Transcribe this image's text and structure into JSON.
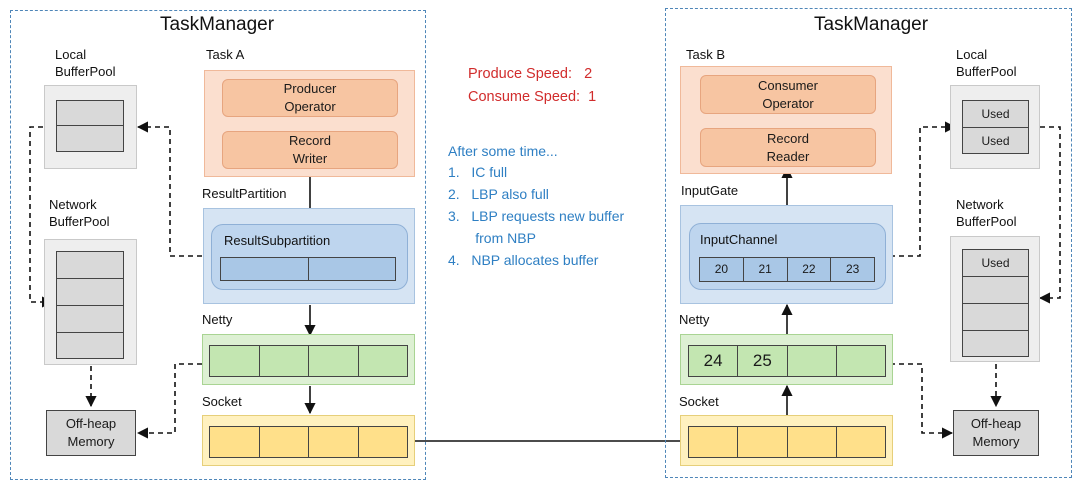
{
  "left": {
    "title": "TaskManager",
    "task_label": "Task A",
    "producer_operator": "Producer\nOperator",
    "record_writer": "Record\nWriter",
    "result_partition_label": "ResultPartition",
    "result_subpartition_label": "ResultSubpartition",
    "netty_label": "Netty",
    "socket_label": "Socket",
    "local_bufferpool_label": "Local\nBufferPool",
    "network_bufferpool_label": "Network\nBufferPool",
    "offheap_label": "Off-heap\nMemory"
  },
  "right": {
    "title": "TaskManager",
    "task_label": "Task B",
    "consumer_operator": "Consumer\nOperator",
    "record_reader": "Record\nReader",
    "inputgate_label": "InputGate",
    "inputchannel_label": "InputChannel",
    "inputchannel_cells": [
      "20",
      "21",
      "22",
      "23"
    ],
    "netty_label": "Netty",
    "netty_cells": [
      "24",
      "25",
      "",
      ""
    ],
    "socket_label": "Socket",
    "local_bufferpool_label": "Local\nBufferPool",
    "local_cells": [
      "Used",
      "Used"
    ],
    "network_bufferpool_label": "Network\nBufferPool",
    "network_first_cell": "Used",
    "offheap_label": "Off-heap\nMemory"
  },
  "speeds": {
    "produce": "Produce Speed:   2",
    "consume": "Consume Speed:  1"
  },
  "notes": {
    "heading": "After some time...",
    "items": [
      "1.   IC full",
      "2.   LBP also full",
      "3.   LBP requests new buffer",
      "       from NBP",
      "4.   NBP allocates buffer"
    ]
  },
  "colors": {
    "frame": "#4f86b8",
    "task_bg": "#fbdfcf",
    "partition_bg": "#d6e4f3",
    "netty_bg": "#ddf0d3",
    "socket_bg": "#fff1bf",
    "speed_text": "#d12c2c",
    "note_text": "#2e7fc3"
  }
}
